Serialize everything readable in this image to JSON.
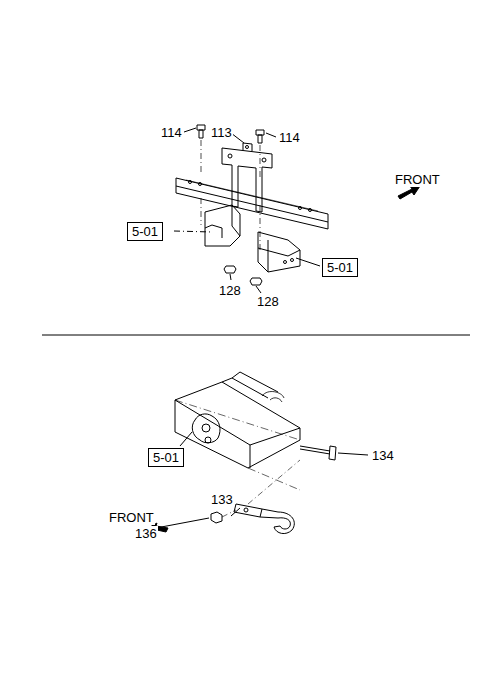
{
  "diagram": {
    "nodes": [
      {
        "text": [
          "5-01"
        ]
      },
      {
        "text": [
          "5-01"
        ]
      },
      {
        "text": [
          "5-01"
        ]
      }
    ],
    "labels": [
      "114",
      "113",
      "114",
      "FRONT",
      "128",
      "128",
      "134",
      "133",
      "FRONT",
      "136"
    ]
  }
}
